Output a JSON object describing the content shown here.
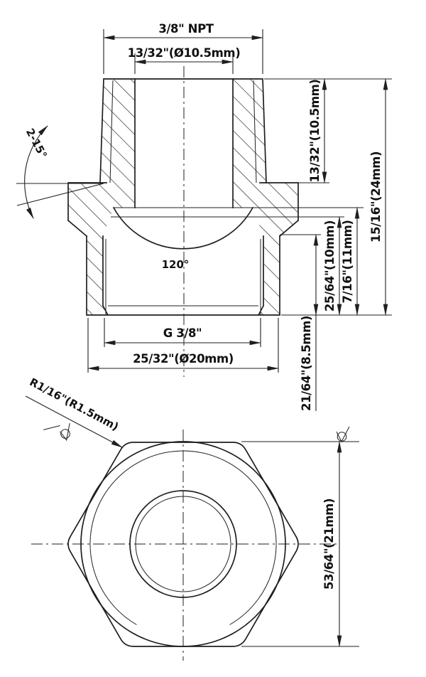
{
  "drawing": {
    "background": "#ffffff",
    "line_color": "#1f1f1f",
    "section_view": {
      "npt_thread": "3/8\" NPT",
      "top_bore": "13/32\"(Ø10.5mm)",
      "male_thread_length": "13/32\"(10.5mm)",
      "overall_height": "15/16\"(24mm)",
      "thread_depth_full": "25/64\"(10mm)",
      "socket_depth": "7/16\"(11mm)",
      "counterbore_depth": "21/64\"(8.5mm)",
      "female_thread": "G 3/8\"",
      "outer_diameter": "25/32\"(Ø20mm)",
      "taper_angle": "2-15°",
      "seat_angle": "120°"
    },
    "end_view": {
      "across_flats": "53/64\"(21mm)",
      "corner_radius": "R1/16\"(R1.5mm)"
    }
  }
}
